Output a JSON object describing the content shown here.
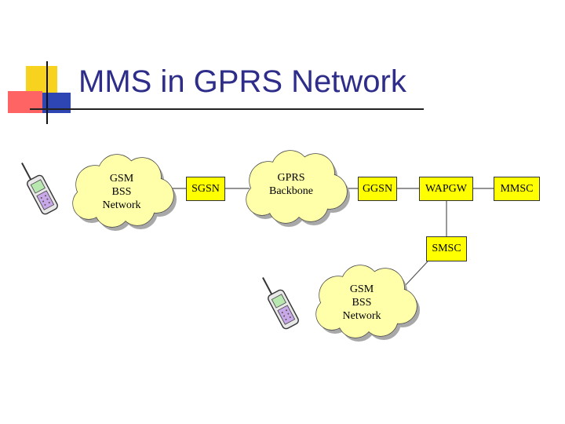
{
  "title": "MMS in GPRS Network",
  "nodes": {
    "sgsn": "SGSN",
    "ggsn": "GGSN",
    "wapgw": "WAPGW",
    "mmsc": "MMSC",
    "smsc": "SMSC"
  },
  "clouds": {
    "gsm_bss_top": [
      "GSM",
      "BSS",
      "Network"
    ],
    "gprs_backbone": [
      "GPRS",
      "Backbone"
    ],
    "gsm_bss_bottom": [
      "GSM",
      "BSS",
      "Network"
    ]
  },
  "icons": {
    "phone_top": "mobile-phone-icon",
    "phone_bottom": "mobile-phone-icon"
  },
  "colors": {
    "box_fill": "#ffff00",
    "title": "#2e2e8a",
    "deco_yellow": "#f7d21e",
    "deco_red": "#ff6464",
    "deco_blue": "#2e46b4"
  }
}
